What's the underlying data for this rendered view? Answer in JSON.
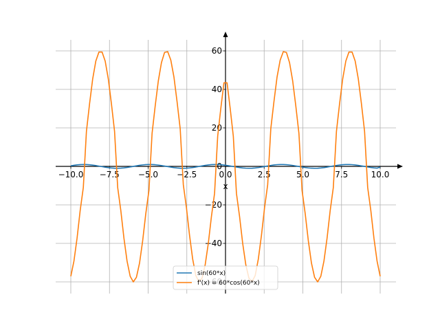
{
  "chart_data": {
    "type": "line",
    "title": "",
    "xlabel": "x",
    "ylabel": "",
    "xlim": [
      -10.0,
      10.0
    ],
    "ylim": [
      -60,
      60
    ],
    "grid": true,
    "legend_position": "bottom-center",
    "x_ticks": [
      -10.0,
      -7.5,
      -5.0,
      -2.5,
      0.0,
      2.5,
      5.0,
      7.5,
      10.0
    ],
    "x_tick_labels": [
      "−10.0",
      "−7.5",
      "−5.0",
      "−2.5",
      "0.0",
      "2.5",
      "5.0",
      "7.5",
      "10.0"
    ],
    "y_ticks": [
      -60,
      -40,
      -20,
      0,
      20,
      40,
      60
    ],
    "y_tick_labels": [
      "−60",
      "−40",
      "−20",
      "0",
      "20",
      "40",
      "60"
    ],
    "series": [
      {
        "name": "sin(60*x)",
        "color": "#1f77b4",
        "formula": "sin(60*x)",
        "x": [
          -10.0,
          -9.798,
          -9.596,
          -9.394,
          -9.192,
          -8.99,
          -8.788,
          -8.586,
          -8.384,
          -8.182,
          -7.98,
          -7.778,
          -7.576,
          -7.374,
          -7.172,
          -6.97,
          -6.768,
          -6.566,
          -6.364,
          -6.162,
          -5.96,
          -5.758,
          -5.556,
          -5.354,
          -5.152,
          -4.949,
          -4.747,
          -4.545,
          -4.343,
          -4.141,
          -3.939,
          -3.737,
          -3.535,
          -3.333,
          -3.131,
          -2.929,
          -2.727,
          -2.525,
          -2.323,
          -2.121,
          -1.919,
          -1.717,
          -1.515,
          -1.313,
          -1.111,
          -0.909,
          -0.707,
          -0.505,
          -0.303,
          -0.101,
          0.101,
          0.303,
          0.505,
          0.707,
          0.909,
          1.111,
          1.313,
          1.515,
          1.717,
          1.919,
          2.121,
          2.323,
          2.525,
          2.727,
          2.929,
          3.131,
          3.333,
          3.535,
          3.737,
          3.939,
          4.141,
          4.343,
          4.545,
          4.747,
          4.949,
          5.152,
          5.354,
          5.556,
          5.758,
          5.96,
          6.162,
          6.364,
          6.566,
          6.768,
          6.97,
          7.172,
          7.374,
          7.576,
          7.778,
          7.98,
          8.182,
          8.384,
          8.586,
          8.788,
          8.99,
          9.192,
          9.394,
          9.596,
          9.798,
          10.0
        ],
        "y": [
          0.305,
          0.572,
          0.784,
          0.924,
          0.983,
          0.953,
          0.84,
          0.654,
          0.412,
          0.14,
          -0.14,
          -0.412,
          -0.654,
          -0.84,
          -0.953,
          -0.983,
          -0.924,
          -0.784,
          -0.572,
          -0.305,
          -0.014,
          0.277,
          0.547,
          0.765,
          0.913,
          0.979,
          0.958,
          0.852,
          0.672,
          0.436,
          0.167,
          -0.113,
          -0.388,
          -0.635,
          -0.828,
          -0.947,
          -0.985,
          -0.934,
          -0.801,
          -0.596,
          -0.332,
          -0.041,
          0.249,
          0.523,
          0.747,
          0.901,
          0.975,
          0.963,
          0.865,
          0.691,
          0.46,
          0.194,
          -0.087,
          -0.363,
          -0.615,
          -0.814,
          -0.94,
          -0.986,
          -0.944,
          -0.818,
          -0.62,
          -0.359,
          -0.068,
          0.221,
          0.498,
          0.727,
          0.889,
          0.971,
          0.968,
          0.877,
          0.709,
          0.484,
          0.221,
          -0.06,
          -0.338,
          -0.595,
          -0.8,
          -0.932,
          -0.987,
          -0.952,
          -0.834,
          -0.643,
          -0.385,
          -0.095,
          0.194,
          0.472,
          0.707,
          0.876,
          0.965,
          0.972,
          0.889,
          0.727,
          0.508,
          0.248,
          -0.033,
          -0.313,
          -0.575,
          -0.785,
          -0.924,
          -0.305
        ]
      },
      {
        "name": "f'(x) = 60*cos(60*x)",
        "color": "#ff7f0e",
        "formula": "60*cos(60*x)",
        "x": [
          -10.0,
          -9.798,
          -9.596,
          -9.394,
          -9.192,
          -8.99,
          -8.788,
          -8.586,
          -8.384,
          -8.182,
          -7.98,
          -7.778,
          -7.576,
          -7.374,
          -7.172,
          -6.97,
          -6.768,
          -6.566,
          -6.364,
          -6.162,
          -5.96,
          -5.758,
          -5.556,
          -5.354,
          -5.152,
          -4.949,
          -4.747,
          -4.545,
          -4.343,
          -4.141,
          -3.939,
          -3.737,
          -3.535,
          -3.333,
          -3.131,
          -2.929,
          -2.727,
          -2.525,
          -2.323,
          -2.121,
          -1.919,
          -1.717,
          -1.515,
          -1.313,
          -1.111,
          -0.909,
          -0.707,
          -0.505,
          -0.303,
          -0.101,
          0.101,
          0.303,
          0.505,
          0.707,
          0.909,
          1.111,
          1.313,
          1.515,
          1.717,
          1.919,
          2.121,
          2.323,
          2.525,
          2.727,
          2.929,
          3.131,
          3.333,
          3.535,
          3.737,
          3.939,
          4.141,
          4.343,
          4.545,
          4.747,
          4.949,
          5.152,
          5.354,
          5.556,
          5.758,
          5.96,
          6.162,
          6.364,
          6.566,
          6.768,
          6.97,
          7.172,
          7.374,
          7.576,
          7.778,
          7.98,
          8.182,
          8.384,
          8.586,
          8.788,
          8.99,
          9.192,
          9.394,
          9.596,
          9.798,
          10.0
        ],
        "y": [
          -57.1,
          -49.2,
          -37.3,
          -22.9,
          -11.0,
          18.2,
          32.5,
          45.4,
          54.7,
          59.4,
          59.4,
          54.7,
          45.4,
          32.5,
          18.2,
          -11.0,
          -22.9,
          -37.3,
          -49.2,
          -57.1,
          -60.0,
          -57.6,
          -50.2,
          -38.6,
          -24.5,
          -12.5,
          17.1,
          31.4,
          44.4,
          53.9,
          59.2,
          59.6,
          55.2,
          46.4,
          33.6,
          19.6,
          -9.5,
          -21.5,
          -35.9,
          -48.2,
          -56.7,
          -59.9,
          -58.1,
          -51.1,
          -40.0,
          -26.0,
          -14.0,
          15.7,
          30.1,
          43.4,
          43.4,
          30.1,
          15.7,
          -14.0,
          -26.0,
          -40.0,
          -51.1,
          -58.1,
          -59.9,
          -56.7,
          -48.2,
          -35.9,
          -21.5,
          -9.5,
          19.6,
          33.6,
          46.4,
          55.2,
          59.6,
          59.2,
          53.9,
          44.4,
          31.4,
          17.1,
          -12.5,
          -24.5,
          -38.6,
          -50.2,
          -57.6,
          -60.0,
          -57.1,
          -49.2,
          -37.3,
          -22.9,
          -11.0,
          18.2,
          32.5,
          45.4,
          54.7,
          59.4,
          59.4,
          54.7,
          45.4,
          32.5,
          18.2,
          -11.0,
          -22.9,
          -37.3,
          -49.2,
          -57.1
        ]
      }
    ]
  }
}
